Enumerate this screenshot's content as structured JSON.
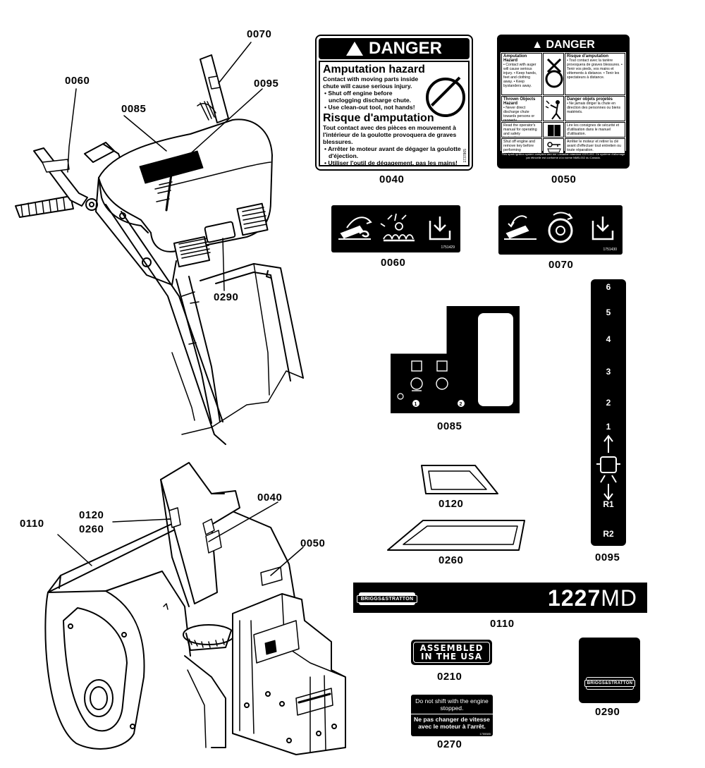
{
  "callouts": {
    "c0070": "0070",
    "c0060": "0060",
    "c0095": "0095",
    "c0085": "0085",
    "c0290": "0290",
    "c0040_label": "0040",
    "c0050_label": "0050",
    "c0060_label": "0060",
    "c0070_label": "0070",
    "c0085_label": "0085",
    "c0095_label": "0095",
    "c0120_label": "0120",
    "c0260_label": "0260",
    "c0110_label": "0110",
    "c0210_label": "0210",
    "c0270_label": "0270",
    "c0290_label": "0290",
    "c0040": "0040",
    "c0050": "0050",
    "c0110": "0110",
    "c0120": "0120",
    "c0260": "0260"
  },
  "decal_0040": {
    "header": "DANGER",
    "title_en": "Amputation hazard",
    "text_en": "Contact with moving parts inside chute will cause serious injury.",
    "bullet_en_1": "• Shut off engine before unclogging discharge chute.",
    "bullet_en_2": "• Use clean-out tool, not hands!",
    "title_fr": "Risque d'amputation",
    "text_fr": "Tout contact avec des pièces en mouvement à l'intérieur de la goulotte provoquera de graves blessures.",
    "bullet_fr_1": "• Arrêter le moteur avant de dégager la goulotte d'éjection.",
    "bullet_fr_2": "• Utiliser l'outil de dégagement, pas les mains!",
    "code": "1737865"
  },
  "decal_0050": {
    "header": "DANGER",
    "amp_title": "Amputation Hazard",
    "amp_text": "• Contact with auger will cause serious injury. • Keep hands, feet and clothing away. • Keep bystanders away.",
    "amp_title_fr": "Risque d'amputation",
    "amp_text_fr": "• Tout contact avec la tarière provoquera de graves blessures. • Tenir vos pieds, vos mains et vêtements à distance. • Tenir les spectateurs à distance.",
    "thrown_title": "Thrown Objects Hazard",
    "thrown_text": "• Never direct discharge chute towards persons or property.",
    "thrown_title_fr": "Danger objets projetés",
    "thrown_text_fr": "• Ne jamais diriger la chute en direction des personnes ou biens matériels.",
    "manual_en": "Read the operator's manual for operating and safety instructions.",
    "manual_fr": "Lire les consignes de sécurité et d'utilisation dans le manuel d'utilisation.",
    "key_en": "Shut off engine and remove key before performing maintenance or repair work.",
    "key_fr": "Arrêter le moteur et retirer la clé avant d'effectuer tout entretien ou toute réparation.",
    "footer": "This spark ignition system complies with the Canadian standard ICES-002. Ce système d'allumage par étincelle est conforme à la norme NMB-002 du Canada."
  },
  "decal_0060": {
    "code": "1751429"
  },
  "decal_0070": {
    "code": "1751430"
  },
  "decal_0095": {
    "gears": [
      "6",
      "5",
      "4",
      "3",
      "2",
      "1",
      "R1",
      "R2"
    ]
  },
  "decal_0110": {
    "brand": "BRIGGS&STRATTON",
    "model_num": "1227",
    "model_suffix": "MD"
  },
  "decal_0210": {
    "line1": "ASSEMBLED",
    "line2": "IN THE USA"
  },
  "decal_0270": {
    "en": "Do not shift with the engine stopped.",
    "fr": "Ne pas changer de vitesse avec le moteur à l'arrêt.",
    "code": "1755585"
  },
  "decal_0290": {
    "brand": "BRIGGS&STRATTON"
  },
  "colors": {
    "ink": "#000000",
    "paper": "#ffffff"
  }
}
